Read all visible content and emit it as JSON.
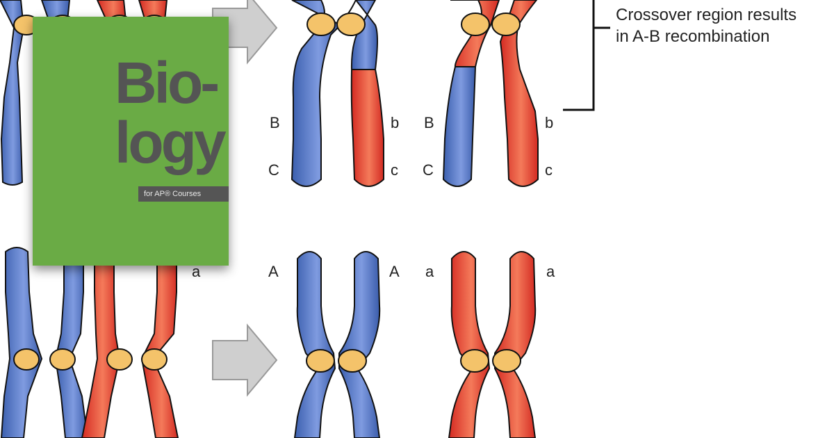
{
  "labels": {
    "row1_left_B": "B",
    "row1_right_b": "b",
    "row1_left_C": "C",
    "row1_right_c": "c",
    "row1_blue_B": "B",
    "row1_red_b": "b",
    "row1_blue_C": "C",
    "row1_red_c": "c",
    "row2_pair_a": "a",
    "row2_blue_A_left": "A",
    "row2_blue_A_right": "A",
    "row2_red_a_left": "a",
    "row2_red_a_right": "a"
  },
  "crossover_note": {
    "line1": "Crossover region results",
    "line2": "in A-B recombination"
  },
  "book_cover": {
    "title_line1": "Bio-",
    "title_line2": "logy",
    "subtitle": "for AP® Courses"
  },
  "colors": {
    "blue": "#4a6fc0",
    "red": "#e8352c",
    "centromere": "#f4c36a",
    "arrow": "#cfcfcf",
    "book_green": "#6aab45"
  }
}
